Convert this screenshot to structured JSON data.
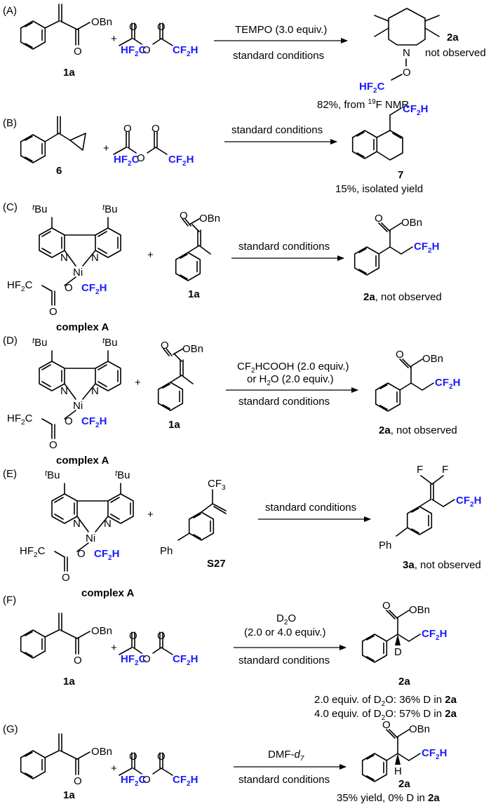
{
  "colors": {
    "highlight": "#1a1aff",
    "text": "#000000",
    "background": "#ffffff"
  },
  "panels": [
    {
      "label": "(A)",
      "substrate": "1a",
      "reagent_left": "HF2C",
      "reagent_right": "CF2H",
      "arrow_top": "TEMPO (3.0 equiv.)",
      "arrow_bottom": "standard conditions",
      "product_adduct": "HF2C",
      "product": "2a",
      "product_note": "not observed",
      "yield_note_prefix": "82%, from",
      "yield_note_sup": "19",
      "yield_note_suffix": "F NMR"
    },
    {
      "label": "(B)",
      "substrate": "6",
      "reagent_left": "HF2C",
      "reagent_right": "CF2H",
      "arrow_top": "standard conditions",
      "product_group": "CF2H",
      "product": "7",
      "yield_note": "15%,  isolated yield"
    },
    {
      "label": "(C)",
      "complex_label": "complex A",
      "complex_group": "CF2H",
      "complex_ester": "HF2C",
      "substrate": "1a",
      "arrow_top": "standard conditions",
      "product": "2a",
      "product_note": ", not observed"
    },
    {
      "label": "(D)",
      "complex_label": "complex A",
      "substrate": "1a",
      "arrow_top1": "CF2HCOOH (2.0 equiv.)",
      "arrow_top2": "or H2O (2.0 equiv.)",
      "arrow_bottom": "standard conditions",
      "product": "2a",
      "product_note": ", not observed"
    },
    {
      "label": "(E)",
      "complex_label": "complex A",
      "substrate": "S27",
      "arrow_top": "standard conditions",
      "product": "3a",
      "product_note": ", not observed"
    },
    {
      "label": "(F)",
      "substrate": "1a",
      "arrow_top1": "D2O",
      "arrow_top2": "(2.0 or 4.0 equiv.)",
      "arrow_bottom": "standard conditions",
      "product": "2a",
      "note1": "2.0 equiv. of D2O: 36% D in",
      "note2": "4.0 equiv. of D2O: 57% D in",
      "note_product": "2a"
    },
    {
      "label": "(G)",
      "substrate": "1a",
      "arrow_top": "DMF-d7",
      "arrow_bottom": "standard conditions",
      "product": "2a",
      "note": "35% yield, 0% D in",
      "note_product": "2a"
    }
  ]
}
